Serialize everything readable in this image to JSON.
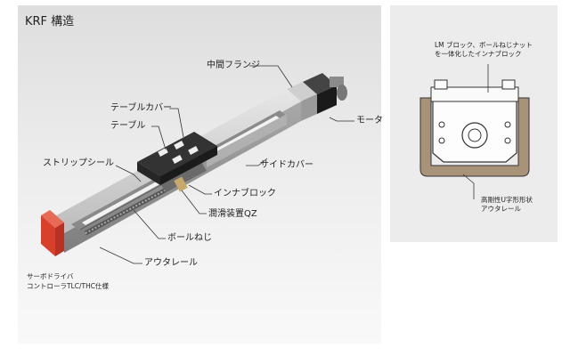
{
  "main": {
    "title": "KRF 構造",
    "labels": {
      "middle_flange": "中間フランジ",
      "table_cover": "テーブルカバー",
      "table": "テーブル",
      "motor": "モータ",
      "strip_seal": "ストリップシール",
      "side_cover": "サイドカバー",
      "inner_block": "インナブロック",
      "lubricator": "潤滑装置QZ",
      "ball_screw": "ボールねじ",
      "outer_rail": "アウタレール",
      "servo_driver": [
        "サーボドライバ",
        "コントローラTLC/THC仕様"
      ]
    }
  },
  "detail": {
    "top_label": [
      "LM ブロック、ボールねじナット",
      "を一体化したインナブロック"
    ],
    "bottom_label": [
      "高剛性U字形形状",
      "アウタレール"
    ]
  },
  "colors": {
    "rail_gray": "#b9b9b9",
    "table_black": "#2a2a2a",
    "end_cap_red": "#d9402b",
    "motor_black": "#1f1f1f",
    "detail_rail_brown": "#a89378"
  }
}
